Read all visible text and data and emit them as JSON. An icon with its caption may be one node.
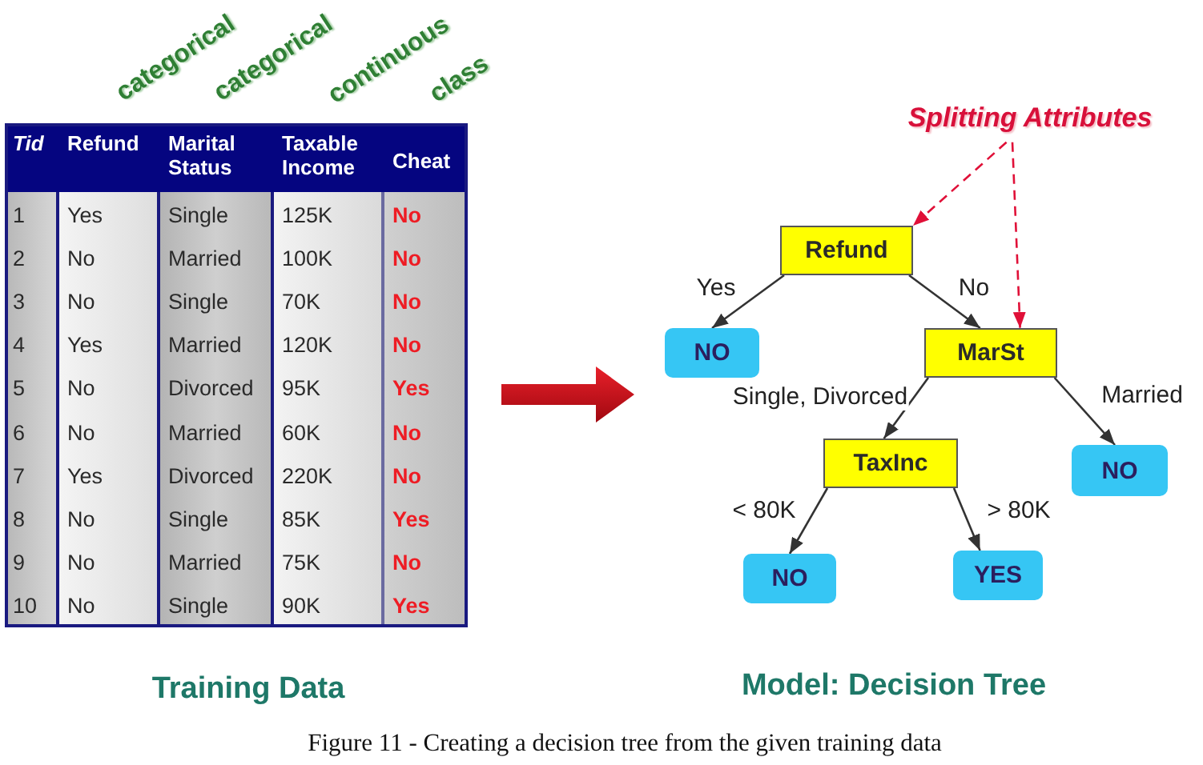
{
  "diagram": {
    "caption": "Figure 11 - Creating a decision tree from the given training data",
    "nodes": [
      {
        "text": [
          "Splitting Attributes"
        ]
      },
      {
        "text": [
          "Refund"
        ]
      },
      {
        "text": [
          "NO"
        ]
      },
      {
        "text": [
          "MarSt"
        ]
      },
      {
        "text": [
          "TaxInc"
        ]
      },
      {
        "text": [
          "NO"
        ]
      },
      {
        "text": [
          "NO"
        ]
      },
      {
        "text": [
          "YES"
        ]
      }
    ],
    "edges": [
      {
        "from": 1,
        "to": 2,
        "arrow": "to",
        "label": "Yes"
      },
      {
        "from": 1,
        "to": 3,
        "arrow": "to",
        "label": "No"
      },
      {
        "from": 3,
        "to": 4,
        "arrow": "to",
        "label": "Single, Divorced"
      },
      {
        "from": 3,
        "to": 5,
        "arrow": "to",
        "label": "Married"
      },
      {
        "from": 4,
        "to": 6,
        "arrow": "to",
        "label": "< 80K"
      },
      {
        "from": 4,
        "to": 7,
        "arrow": "to",
        "label": "> 80K"
      },
      {
        "from": 0,
        "to": 1,
        "arrow": "to",
        "style": "dashed",
        "color": "#e01038"
      },
      {
        "from": 0,
        "to": 3,
        "arrow": "to",
        "style": "dashed",
        "color": "#e01038"
      }
    ],
    "labels": [
      "categorical",
      "categorical",
      "continuous",
      "class",
      "Tid",
      "Refund",
      "Marital Status",
      "Taxable Income",
      "Cheat",
      "1",
      "Yes",
      "Single",
      "125K",
      "No",
      "2",
      "No",
      "Married",
      "100K",
      "No",
      "3",
      "No",
      "Single",
      "70K",
      "No",
      "4",
      "Yes",
      "Married",
      "120K",
      "No",
      "5",
      "No",
      "Divorced",
      "95K",
      "Yes",
      "6",
      "No",
      "Married",
      "60K",
      "No",
      "7",
      "Yes",
      "Divorced",
      "220K",
      "No",
      "8",
      "No",
      "Single",
      "85K",
      "Yes",
      "9",
      "No",
      "Married",
      "75K",
      "No",
      "10",
      "No",
      "Single",
      "90K",
      "Yes",
      "Training Data",
      "Model: Decision Tree"
    ]
  }
}
